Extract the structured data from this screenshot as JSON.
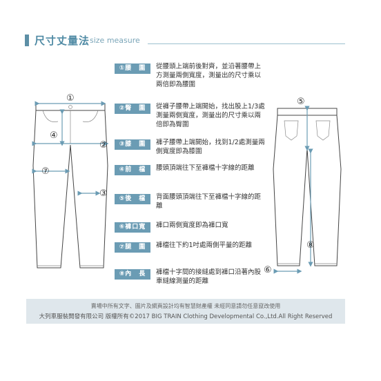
{
  "header": {
    "title": "尺寸丈量法",
    "subtitle": "size measure"
  },
  "items": [
    {
      "badge": "①腰　圍",
      "desc": "從腰頭上端前後對齊，並沿著腰帶上方測量兩側寬度，測量出的尺寸乘以兩倍即為腰圍"
    },
    {
      "badge": "②臀　圍",
      "desc": "從褲子腰帶上端開始，找出股上1/3處測量兩側寬度，測量出的尺寸乘以兩倍即為臀圍"
    },
    {
      "badge": "③膝　圍",
      "desc": "褲子腰帶上端開始，找到1/2處測量兩側寬度即為膝圍"
    },
    {
      "badge": "④前　檔",
      "desc": "腰頭頂端往下至褲檔十字線的距離"
    },
    {
      "badge": "⑤後　檔",
      "desc": "背面腰頭頂端往下至褲檔十字線的距離"
    },
    {
      "badge": "⑥褲口寬",
      "desc": "褲口兩側寬度即為褲口寬"
    },
    {
      "badge": "⑦腿　圍",
      "desc": "褲檔往下約1吋處兩側平量的距離"
    },
    {
      "badge": "⑧內　長",
      "desc": "褲檔十字間的接縫處到褲口沿著內股車縫線測量的距離"
    }
  ],
  "diagram_labels": {
    "front": [
      "①",
      "②",
      "③",
      "④",
      "⑦"
    ],
    "back": [
      "⑤",
      "⑥",
      "⑧"
    ]
  },
  "footer": {
    "line1": "賣場中所有文字、圖片及網頁設計均有智慧財產權 未經同意請勿任意竄改使用",
    "line2": "大列車服裝開發有限公司 版權所有©2017 BIG TRAIN Clothing Developmental Co.,Ltd.All Right Reserved"
  },
  "colors": {
    "accent": "#5d8fa6",
    "badge": "#6b9cb4",
    "arrow": "#6b9cb4",
    "footer_bg": "#dfe7ec"
  }
}
